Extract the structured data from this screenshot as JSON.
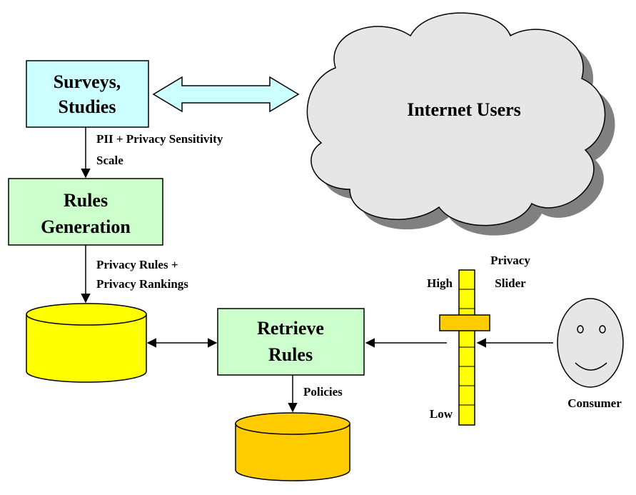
{
  "nodes": {
    "surveys": {
      "line1": "Surveys,",
      "line2": "Studies"
    },
    "internet_users": {
      "label": "Internet Users"
    },
    "rules_generation": {
      "line1": "Rules",
      "line2": "Generation"
    },
    "retrieve_rules": {
      "line1": "Retrieve",
      "line2": "Rules"
    },
    "privacy_slider": {
      "title_line1": "Privacy",
      "title_line2": "Slider",
      "high_label": "High",
      "low_label": "Low"
    },
    "consumer": {
      "label": "Consumer"
    }
  },
  "edge_labels": {
    "pii_line1": "PII  + Privacy Sensitivity",
    "pii_line2": "Scale",
    "rules_line1": "Privacy Rules +",
    "rules_line2": "Privacy Rankings",
    "policies": "Policies"
  },
  "colors": {
    "surveys_fill": "#ccffff",
    "rules_box_fill": "#ccffcc",
    "database_yellow": "#ffff00",
    "database_orange": "#ffcc00",
    "cloud_fill": "#e6e6e6",
    "cloud_shadow": "#808080",
    "slider_fill": "#ffff00",
    "slider_knob": "#ffcc00",
    "double_arrow_fill": "#ccffff",
    "consumer_face": "#e6e6e6"
  }
}
